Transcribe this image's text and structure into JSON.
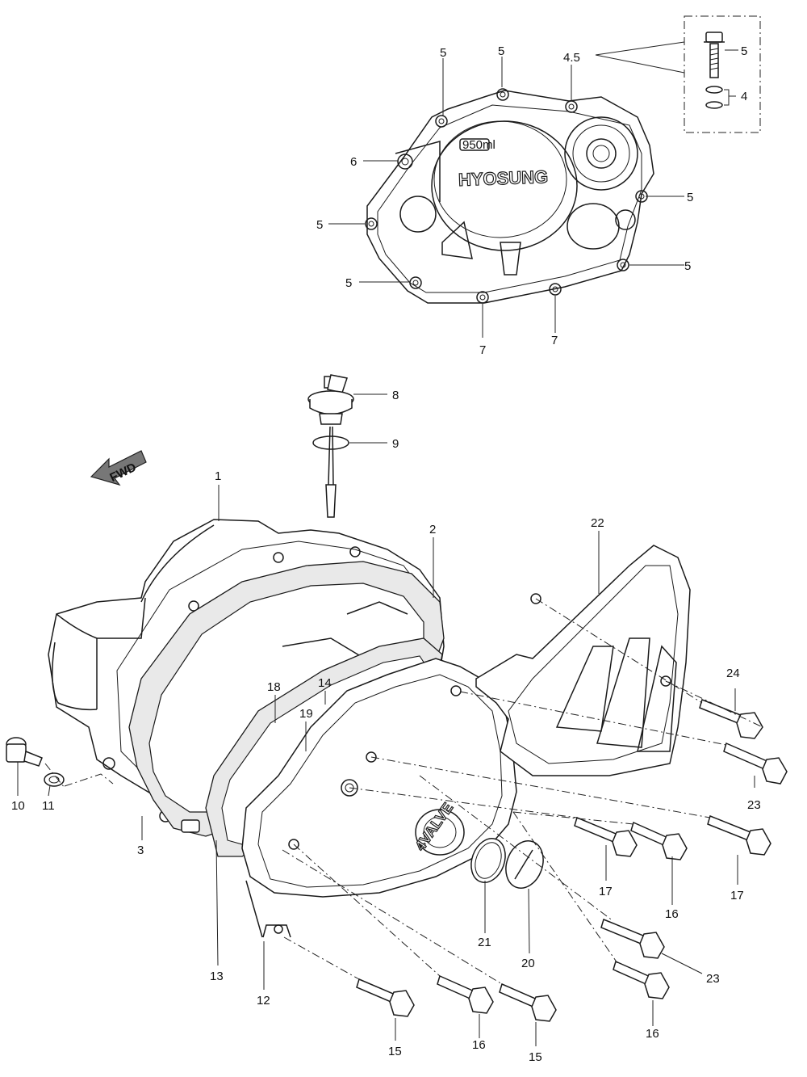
{
  "cover_text": {
    "brand": "HYOSUNG",
    "capacity": "950ml",
    "valve": "4VALVE"
  },
  "fwd_arrow": {
    "label": "FWD"
  },
  "callouts": [
    {
      "id": "c-5a",
      "label": "5"
    },
    {
      "id": "c-5b",
      "label": "5"
    },
    {
      "id": "c-45",
      "label": "4.5"
    },
    {
      "id": "c-5-inset",
      "label": "5"
    },
    {
      "id": "c-4-inset",
      "label": "4"
    },
    {
      "id": "c-6",
      "label": "6"
    },
    {
      "id": "c-5c",
      "label": "5"
    },
    {
      "id": "c-5d",
      "label": "5"
    },
    {
      "id": "c-5e",
      "label": "5"
    },
    {
      "id": "c-5f",
      "label": "5"
    },
    {
      "id": "c-7a",
      "label": "7"
    },
    {
      "id": "c-7b",
      "label": "7"
    },
    {
      "id": "c-8",
      "label": "8"
    },
    {
      "id": "c-9",
      "label": "9"
    },
    {
      "id": "c-1",
      "label": "1"
    },
    {
      "id": "c-2",
      "label": "2"
    },
    {
      "id": "c-22",
      "label": "22"
    },
    {
      "id": "c-18",
      "label": "18"
    },
    {
      "id": "c-14",
      "label": "14"
    },
    {
      "id": "c-19",
      "label": "19"
    },
    {
      "id": "c-24",
      "label": "24"
    },
    {
      "id": "c-23a",
      "label": "23"
    },
    {
      "id": "c-10",
      "label": "10"
    },
    {
      "id": "c-11",
      "label": "11"
    },
    {
      "id": "c-3",
      "label": "3"
    },
    {
      "id": "c-17a",
      "label": "17"
    },
    {
      "id": "c-16a",
      "label": "16"
    },
    {
      "id": "c-17b",
      "label": "17"
    },
    {
      "id": "c-13",
      "label": "13"
    },
    {
      "id": "c-12",
      "label": "12"
    },
    {
      "id": "c-21",
      "label": "21"
    },
    {
      "id": "c-20",
      "label": "20"
    },
    {
      "id": "c-23b",
      "label": "23"
    },
    {
      "id": "c-15a",
      "label": "15"
    },
    {
      "id": "c-16b",
      "label": "16"
    },
    {
      "id": "c-15b",
      "label": "15"
    },
    {
      "id": "c-16c",
      "label": "16"
    }
  ]
}
